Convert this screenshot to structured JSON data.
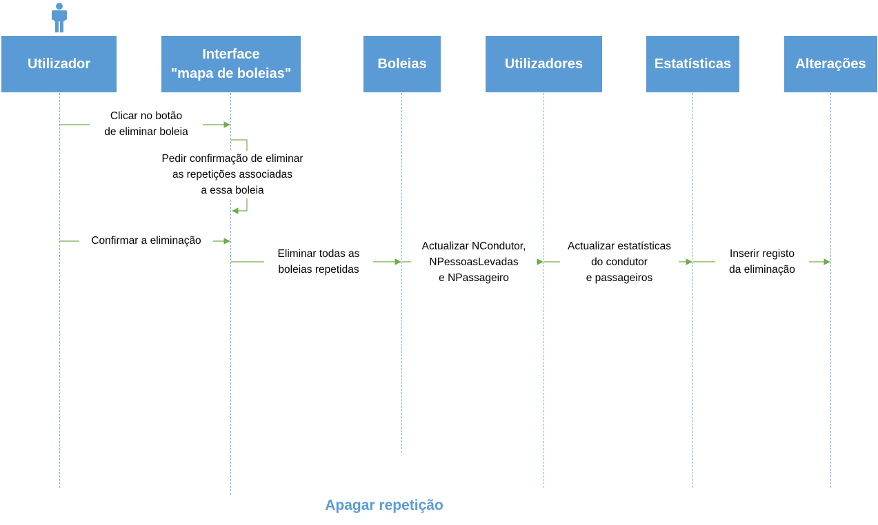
{
  "colors": {
    "box": "#5b9bd5",
    "arrow": "#70ad47",
    "lifeline": "#7fb3e0",
    "title": "#5b9bd5"
  },
  "actor_icon": "person-icon",
  "lifelines": [
    {
      "id": "utilizador",
      "label": "Utilizador"
    },
    {
      "id": "interface",
      "label": "Interface\n\"mapa de boleias\""
    },
    {
      "id": "boleias",
      "label": "Boleias"
    },
    {
      "id": "utilizadores",
      "label": "Utilizadores"
    },
    {
      "id": "estatisticas",
      "label": "Estatísticas"
    },
    {
      "id": "alteracoes",
      "label": "Alterações"
    }
  ],
  "messages": [
    {
      "from": "utilizador",
      "to": "interface",
      "text": "Clicar no botão\nde eliminar boleia"
    },
    {
      "from": "interface",
      "to": "interface",
      "text": "Pedir confirmação de eliminar\nas repetições associadas\na essa boleia"
    },
    {
      "from": "utilizador",
      "to": "interface",
      "text": "Confirmar a eliminação"
    },
    {
      "from": "interface",
      "to": "boleias",
      "text": "Eliminar todas as\nboleias repetidas"
    },
    {
      "from": "boleias",
      "to": "utilizadores",
      "text": "Actualizar NCondutor,\nNPessoasLevadas\ne NPassageiro"
    },
    {
      "from": "utilizadores",
      "to": "estatisticas",
      "text": "Actualizar estatísticas\ndo condutor\ne passageiros"
    },
    {
      "from": "estatisticas",
      "to": "alteracoes",
      "text": "Inserir registo\nda eliminação"
    }
  ],
  "diagram_title": "Apagar repetição"
}
